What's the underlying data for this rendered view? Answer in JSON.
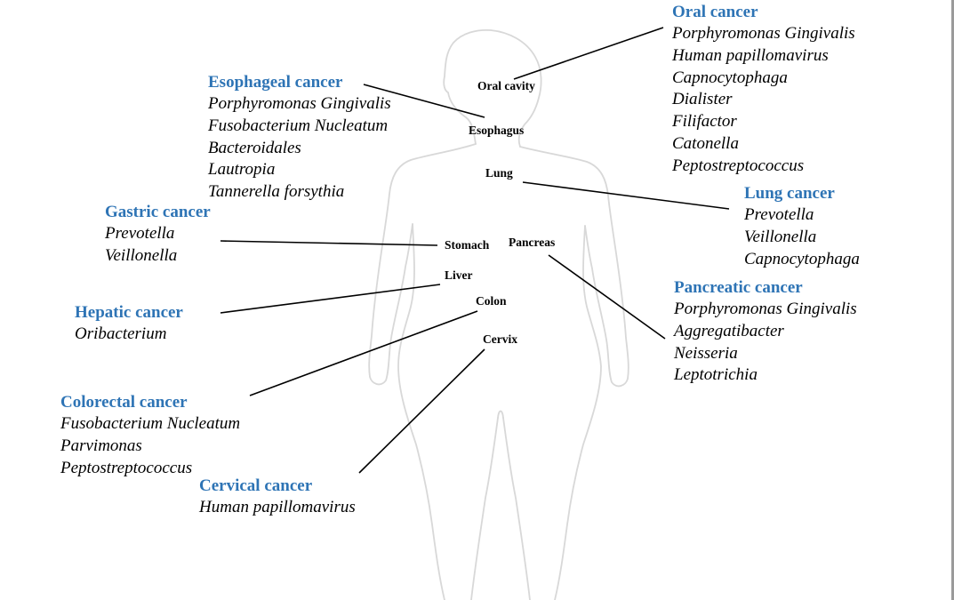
{
  "organs": {
    "oral_cavity": "Oral cavity",
    "esophagus": "Esophagus",
    "lung": "Lung",
    "stomach": "Stomach",
    "pancreas": "Pancreas",
    "liver": "Liver",
    "colon": "Colon",
    "cervix": "Cervix"
  },
  "cancers": {
    "oral": {
      "title": "Oral cancer",
      "items": [
        "Porphyromonas Gingivalis",
        "Human papillomavirus",
        "Capnocytophaga",
        "Dialister",
        "Filifactor",
        "Catonella",
        "Peptostreptococcus"
      ]
    },
    "esophageal": {
      "title": "Esophageal cancer",
      "items": [
        "Porphyromonas Gingivalis",
        "Fusobacterium Nucleatum",
        "Bacteroidales",
        "Lautropia",
        "Tannerella forsythia"
      ]
    },
    "lung": {
      "title": "Lung cancer",
      "items": [
        "Prevotella",
        "Veillonella",
        "Capnocytophaga"
      ]
    },
    "gastric": {
      "title": "Gastric cancer",
      "items": [
        "Prevotella",
        "Veillonella"
      ]
    },
    "pancreatic": {
      "title": "Pancreatic cancer",
      "items": [
        "Porphyromonas Gingivalis",
        "Aggregatibacter",
        "Neisseria",
        "Leptotrichia"
      ]
    },
    "hepatic": {
      "title": "Hepatic cancer",
      "items": [
        "Oribacterium"
      ]
    },
    "colorectal": {
      "title": "Colorectal cancer",
      "items": [
        "Fusobacterium Nucleatum",
        "Parvimonas",
        "Peptostreptococcus"
      ]
    },
    "cervical": {
      "title": "Cervical cancer",
      "items": [
        "Human papillomavirus"
      ]
    }
  },
  "colors": {
    "title": "#2e74b5",
    "text": "#000000",
    "body_outline": "#d8d8d8",
    "connector": "#000000"
  }
}
